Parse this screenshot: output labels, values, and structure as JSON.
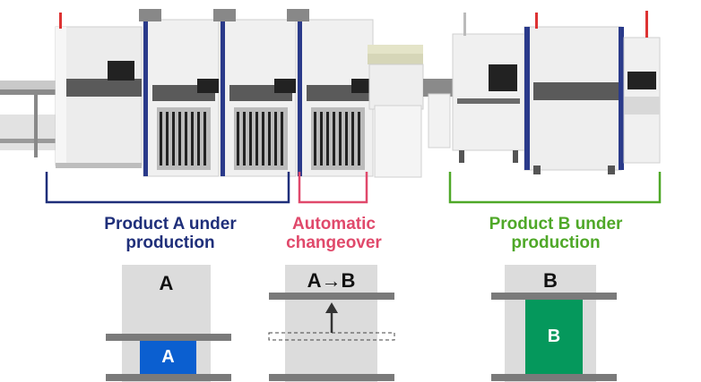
{
  "colors": {
    "group_a": "#1f2f7a",
    "changeover": "#e0496b",
    "group_b": "#4fa828",
    "product_a_block": "#0b5fd0",
    "product_b_block": "#05985c",
    "panel_bg": "#dcdcdc",
    "rail": "#7a7a7a"
  },
  "labels": {
    "group_a": {
      "line1": "Product A under",
      "line2": "production"
    },
    "changeover": {
      "line1": "Automatic",
      "line2": "changeover"
    },
    "group_b": {
      "line1": "Product B under",
      "line2": "production"
    }
  },
  "panels": {
    "a": {
      "title": "A",
      "block": "A"
    },
    "changeover": {
      "title": "A→B"
    },
    "b": {
      "title": "B",
      "block": "B"
    }
  }
}
